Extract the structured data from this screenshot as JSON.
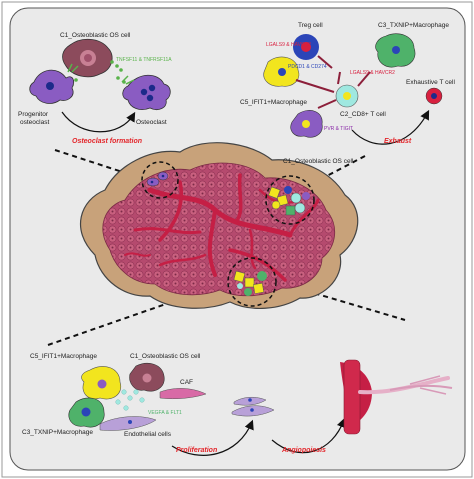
{
  "top_left": {
    "cell_label": "C1_Osteoblastic OS cell",
    "ligand_label": "TNFSF11 & TNFRSF11A",
    "progenitor_label_line1": "Progenitor",
    "progenitor_label_line2": "osteoclast",
    "osteoclast_label": "Osteoclast",
    "process_label": "Osteoclast formation"
  },
  "top_right": {
    "treg_label": "Treg cell",
    "macrophage3_label": "C3_TXNIP+Macrophage",
    "lgals9_label_1": "LGALS9 & HAVCR2",
    "pdcd1_label": "PDCD1 & CD274",
    "lgals9_label_2": "LGALS9 & HAVCR2",
    "exhaustive_label": "Exhaustive T cell",
    "macrophage5_label": "C5_IFIT1+Macrophage",
    "cd8_label": "C2_CD8+ T cell",
    "pvr_label": "PVR & TIGIT",
    "process_label": "Exhaust"
  },
  "center": {
    "osteoblastic_label": "C1_Osteoblastic OS cell"
  },
  "bottom": {
    "macrophage5_label": "C5_IFIT1+Macrophage",
    "osteoblastic_label": "C1_Osteoblastic OS cell",
    "caf_label": "CAF",
    "vegfa_label": "VEGFA & FLT1",
    "macrophage3_label": "C3_TXNIP+Macrophage",
    "endothelial_label": "Endothelial cells",
    "proliferation_label": "Proliferation",
    "angiopoiesis_label": "Angiopoiesis"
  },
  "colors": {
    "background": "#eaeaea",
    "tumor_tan": "#c8a27a",
    "tumor_pink": "#b7436a",
    "vessel": "#c51f45",
    "osteoclast_purple": "#8a5cc2",
    "os_cell": "#8c4b5c",
    "macrophage_yellow": "#f2e51e",
    "macrophage_green": "#4fb26a",
    "tcell_cyan": "#9fe8e0",
    "treg_blue": "#2b45b8",
    "process_red": "#e3262b"
  }
}
